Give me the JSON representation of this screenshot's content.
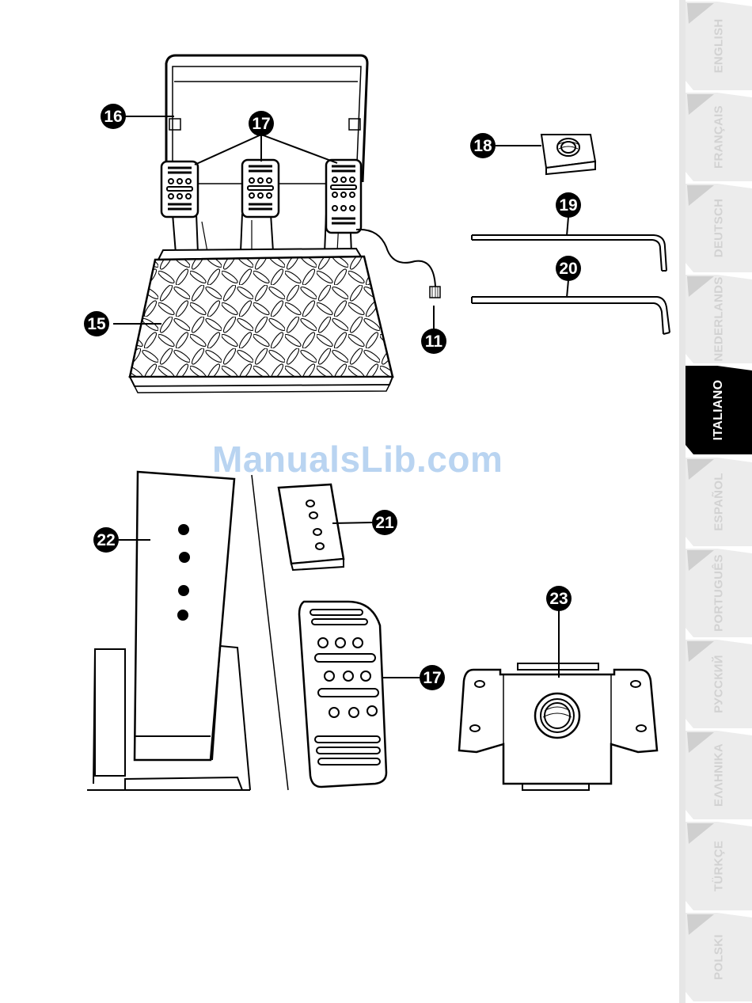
{
  "callouts": {
    "c11": "11",
    "c15": "15",
    "c16": "16",
    "c17_top": "17",
    "c18": "18",
    "c19": "19",
    "c20": "20",
    "c21": "21",
    "c22": "22",
    "c23": "23",
    "c17_bottom": "17"
  },
  "watermark": "ManualsLib.com",
  "language_tabs": [
    {
      "label": "ENGLISH",
      "active": false
    },
    {
      "label": "FRANÇAIS",
      "active": false
    },
    {
      "label": "DEUTSCH",
      "active": false
    },
    {
      "label": "NEDERLANDS",
      "active": false
    },
    {
      "label": "ITALIANO",
      "active": true
    },
    {
      "label": "ESPAÑOL",
      "active": false
    },
    {
      "label": "PORTUGUÊS",
      "active": false
    },
    {
      "label": "РУССКИЙ",
      "active": false
    },
    {
      "label": "ΕΛΛΗΝΙΚΑ",
      "active": false
    },
    {
      "label": "TÜRKÇE",
      "active": false
    },
    {
      "label": "POLSKI",
      "active": false
    }
  ],
  "colors": {
    "ink": "#000000",
    "tab_inactive": "#ececec",
    "tab_active": "#000000",
    "tab_text_inactive": "#d2d2d2",
    "watermark": "#b9d4f1"
  }
}
